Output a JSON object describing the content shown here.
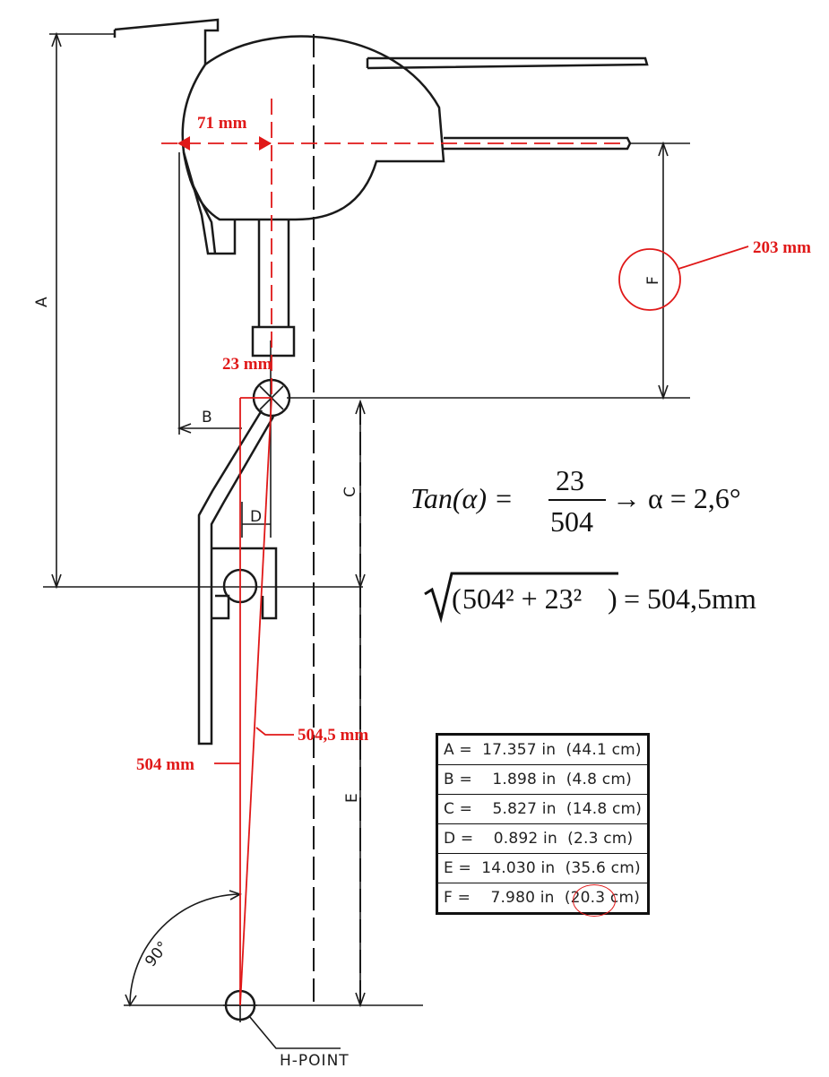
{
  "annotations": {
    "offset_71": "71 mm",
    "pivot_23": "23 mm",
    "f_203": "203 mm",
    "len_504": "504 mm",
    "len_504_5": "504,5 mm"
  },
  "dimension_labels": {
    "A": "A",
    "B": "B",
    "C": "C",
    "D": "D",
    "E": "E",
    "F": "F"
  },
  "angle_label": "90°",
  "hpoint_label": "H-POINT",
  "formulas": {
    "tan_lhs": "Tan(α) =",
    "tan_numerator": "23",
    "tan_denominator": "504",
    "tan_rhs": "→ α = 2,6°",
    "sqrt_expr": "504² + 23²",
    "sqrt_result": "= 504,5mm"
  },
  "spec_table": [
    "A =  17.357 in  (44.1 cm)",
    "B =    1.898 in  (4.8 cm)",
    "C =    5.827 in  (14.8 cm)",
    "D =    0.892 in  (2.3 cm)",
    "E =  14.030 in  (35.6 cm)",
    "F =    7.980 in  (20.3 cm)"
  ],
  "colors": {
    "ink": "#1a1a1a",
    "annotation": "#e01818"
  }
}
